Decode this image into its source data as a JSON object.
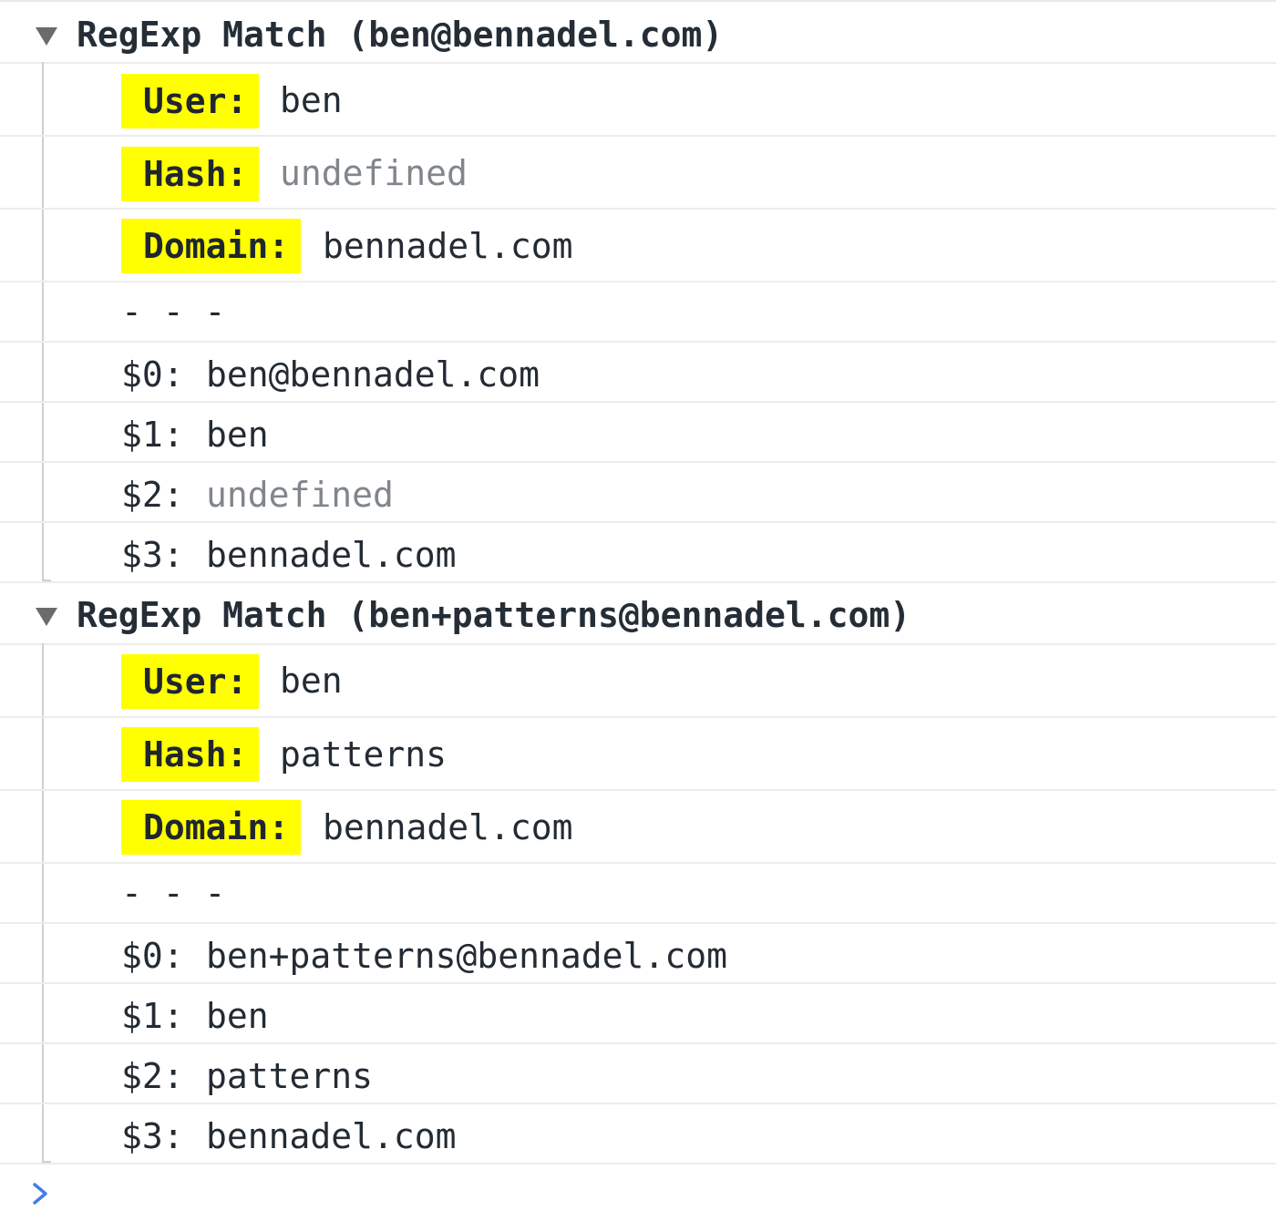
{
  "groups": [
    {
      "header": "RegExp Match (ben@bennadel.com)",
      "named": [
        {
          "label": "User:",
          "value": "ben",
          "undefined": false
        },
        {
          "label": "Hash:",
          "value": "undefined",
          "undefined": true
        },
        {
          "label": "Domain:",
          "value": "bennadel.com",
          "undefined": false
        }
      ],
      "separator": "- - -",
      "indexed": [
        {
          "key": "$0:",
          "value": "ben@bennadel.com",
          "undefined": false
        },
        {
          "key": "$1:",
          "value": "ben",
          "undefined": false
        },
        {
          "key": "$2:",
          "value": "undefined",
          "undefined": true
        },
        {
          "key": "$3:",
          "value": "bennadel.com",
          "undefined": false
        }
      ]
    },
    {
      "header": "RegExp Match (ben+patterns@bennadel.com)",
      "named": [
        {
          "label": "User:",
          "value": "ben",
          "undefined": false
        },
        {
          "label": "Hash:",
          "value": "patterns",
          "undefined": false
        },
        {
          "label": "Domain:",
          "value": "bennadel.com",
          "undefined": false
        }
      ],
      "separator": "- - -",
      "indexed": [
        {
          "key": "$0:",
          "value": "ben+patterns@bennadel.com",
          "undefined": false
        },
        {
          "key": "$1:",
          "value": "ben",
          "undefined": false
        },
        {
          "key": "$2:",
          "value": "patterns",
          "undefined": false
        },
        {
          "key": "$3:",
          "value": "bennadel.com",
          "undefined": false
        }
      ]
    }
  ],
  "colors": {
    "highlight": "#ffff00",
    "undefined_text": "#80868c",
    "prompt": "#3f7ee8"
  },
  "icons": {
    "expand": "disclosure-triangle-down-icon",
    "prompt": "console-prompt-chevron-icon"
  }
}
